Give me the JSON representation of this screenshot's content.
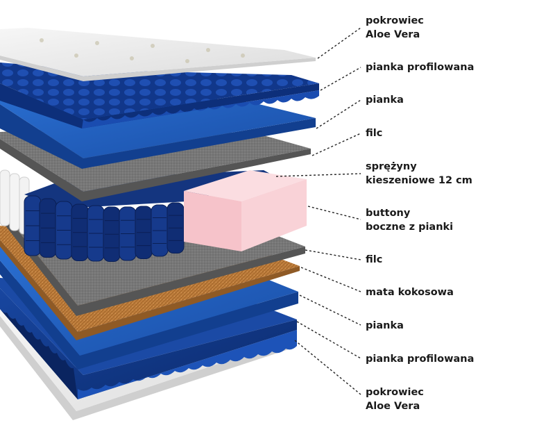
{
  "labels": [
    {
      "id": "cover-top",
      "lines": [
        "pokrowiec",
        "Aloe Vera"
      ]
    },
    {
      "id": "profiled-foam-top",
      "lines": [
        "pianka profilowana"
      ]
    },
    {
      "id": "foam-top",
      "lines": [
        "pianka"
      ]
    },
    {
      "id": "felt-top",
      "lines": [
        "filc"
      ]
    },
    {
      "id": "pocket-springs",
      "lines": [
        "sprężyny",
        "kieszeniowe 12 cm"
      ]
    },
    {
      "id": "side-foam-buttons",
      "lines": [
        "buttony",
        "boczne z pianki"
      ]
    },
    {
      "id": "felt-bottom",
      "lines": [
        "filc"
      ]
    },
    {
      "id": "coconut-mat",
      "lines": [
        "mata kokosowa"
      ]
    },
    {
      "id": "foam-bottom",
      "lines": [
        "pianka"
      ]
    },
    {
      "id": "profiled-foam-bottom",
      "lines": [
        "pianka profilowana"
      ]
    },
    {
      "id": "cover-bottom",
      "lines": [
        "pokrowiec",
        "Aloe Vera"
      ]
    }
  ],
  "colors": {
    "foam_blue": "#1f5fbf",
    "foam_blue_dark": "#123f8f",
    "profiled_navy": "#0d2f7a",
    "felt_gray": "#6f6f6f",
    "coconut": "#b9793a",
    "spring_navy": "#0e2a6e",
    "side_foam_pink": "#f7c9cf",
    "cover_white": "#eeeeee"
  }
}
